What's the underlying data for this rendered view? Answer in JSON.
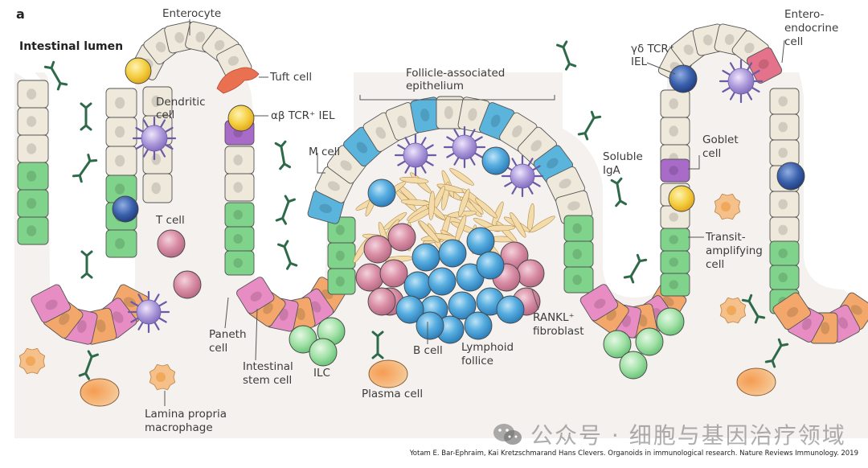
{
  "panel_letter": "a",
  "region_labels": {
    "lumen": "Intestinal lumen"
  },
  "labels": {
    "enterocyte": "Enterocyte",
    "tuft_cell": "Tuft cell",
    "ab_iel": "αβ TCR⁺ IEL",
    "dendritic_cell_1": "Dendritic",
    "dendritic_cell_2": "cell",
    "t_cell": "T cell",
    "m_cell": "M cell",
    "fae_1": "Follicle-associated",
    "fae_2": "epithelium",
    "gd_iel_1": "γδ TCR⁺",
    "gd_iel_2": "IEL",
    "enteroendocrine_1": "Entero-",
    "enteroendocrine_2": "endocrine",
    "enteroendocrine_3": "cell",
    "soluble_iga_1": "Soluble",
    "soluble_iga_2": "IgA",
    "goblet_1": "Goblet",
    "goblet_2": "cell",
    "transit_1": "Transit-",
    "transit_2": "amplifying",
    "transit_3": "cell",
    "rankl_1": "RANKL⁺",
    "rankl_2": "fibroblast",
    "paneth_1": "Paneth",
    "paneth_2": "cell",
    "isc_1": "Intestinal",
    "isc_2": "stem cell",
    "ilc": "ILC",
    "b_cell": "B cell",
    "lymphoid_1": "Lymphoid",
    "lymphoid_2": "follice",
    "plasma_cell": "Plasma cell",
    "macrophage_1": "Lamina propria",
    "macrophage_2": "macrophage"
  },
  "watermark": "公众号 · 细胞与基因治疗领域",
  "citation": "Yotam E. Bar-Ephraim, Kai Kretzschmarand Hans Clevers. Organoids in immunological research. Nature Reviews  Immunology. 2019",
  "colors": {
    "background": "#f4f1ee",
    "enterocyte": "#efe9dc",
    "transit_amplifying": "#7fd38a",
    "paneth": "#e88cc4",
    "stem_cell": "#f3a76a",
    "m_cell": "#5ab4dc",
    "dendritic": "#a997d8",
    "ab_iel": "#f2cf4a",
    "gd_iel": "#3a5fa8",
    "goblet": "#a86bc8",
    "tuft": "#ea7052",
    "enteroendocrine": "#e4728a",
    "b_cell": "#4aa0d8",
    "t_cell": "#d89aae",
    "ilc": "#9ee0a4",
    "macrophage": "#f5c08a",
    "plasma": "#f4a860",
    "fibroblast": "#f4dcaa",
    "iga": "#2e6a4a"
  }
}
